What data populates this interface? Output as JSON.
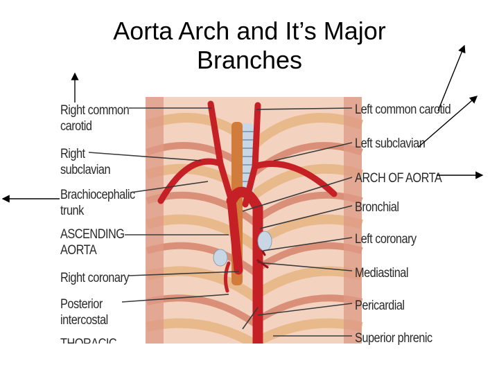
{
  "title": {
    "line1": "Aorta Arch and It’s Major",
    "line2": "Branches"
  },
  "labels_left": [
    {
      "line1": "Right common",
      "line2": "carotid"
    },
    {
      "line1": "Right",
      "line2": "subclavian"
    },
    {
      "line1": "Brachiocephalic",
      "line2": "trunk"
    },
    {
      "line1": "ASCENDING",
      "line2": "AORTA"
    },
    {
      "line1": "Right coronary"
    },
    {
      "line1": "Posterior",
      "line2": "intercostal"
    },
    {
      "line1": "THORACIC"
    }
  ],
  "labels_right": [
    {
      "line1": "Left common carotid"
    },
    {
      "line1": "Left subclavian"
    },
    {
      "line1": "ARCH OF AORTA"
    },
    {
      "line1": "Bronchial"
    },
    {
      "line1": "Left coronary"
    },
    {
      "line1": "Mediastinal"
    },
    {
      "line1": "Pericardial"
    },
    {
      "line1": "Superior phrenic"
    }
  ],
  "colors": {
    "artery": "#c42026",
    "artery_dark": "#8e1218",
    "rib": "#e8b98a",
    "muscle": "#d98f78",
    "esophagus": "#d27c3c",
    "trachea": "#c9d6e4",
    "leader": "#3a3a3a"
  }
}
